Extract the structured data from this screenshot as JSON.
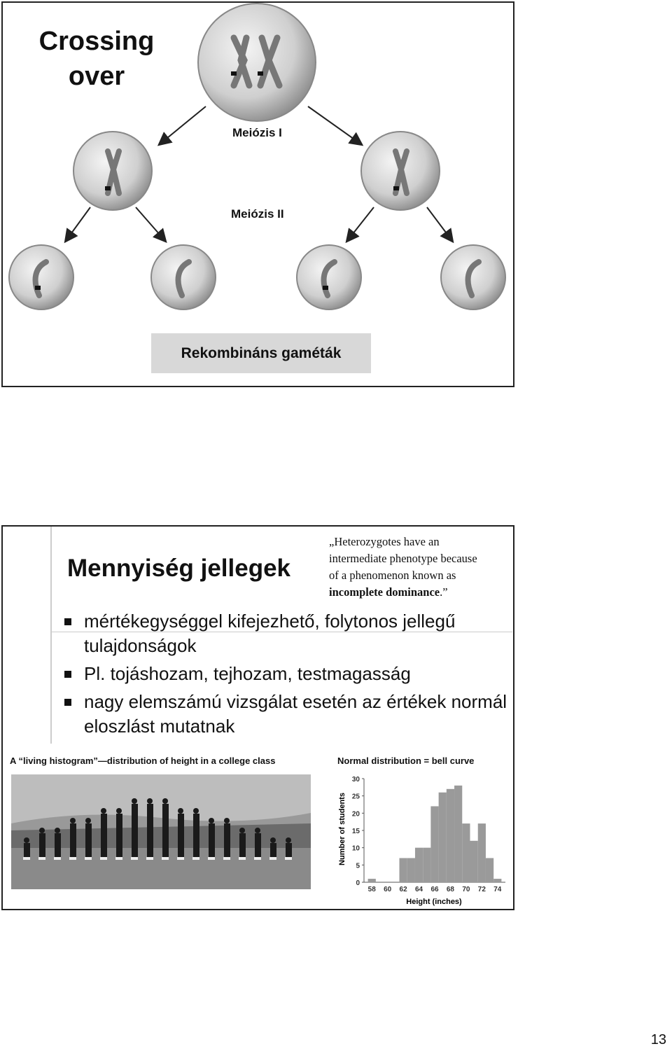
{
  "slide1": {
    "title_line1": "Crossing",
    "title_line2": "over",
    "label_meiosis1": "Meiózis I",
    "label_meiosis2": "Meiózis II",
    "label_gametes": "Rekombináns gaméták"
  },
  "slide2": {
    "title": "Mennyiség jellegek",
    "quote_open": "„",
    "quote_line1": "Heterozygotes have an",
    "quote_line2": "intermediate phenotype because",
    "quote_line3": "of a phenomenon known as",
    "quote_bold": "incomplete dominance",
    "quote_end": ".”",
    "bullets": [
      "mértékegységgel kifejezhető, folytonos jellegű tulajdonságok",
      "Pl. tojáshozam, tejhozam, testmagasság",
      "nagy elemszámú vizsgálat esetén az értékek normál eloszlást mutatnak"
    ],
    "photo_caption": "A “living histogram”—distribution of height in a college class",
    "chart_caption": "Normal distribution = bell curve"
  },
  "chart_data": {
    "type": "bar",
    "title": "Normal distribution = bell curve",
    "xlabel": "Height (inches)",
    "ylabel": "Number of students",
    "x_ticks": [
      "58",
      "60",
      "62",
      "64",
      "66",
      "68",
      "70",
      "72",
      "74"
    ],
    "y_ticks": [
      "0",
      "5",
      "10",
      "15",
      "20",
      "25",
      "30"
    ],
    "ylim": [
      0,
      30
    ],
    "xlim": [
      57,
      75
    ],
    "categories": [
      58,
      59,
      60,
      61,
      62,
      63,
      64,
      65,
      66,
      67,
      68,
      69,
      70,
      71,
      72,
      73
    ],
    "values": [
      1,
      0,
      0,
      0,
      7,
      7,
      10,
      10,
      22,
      26,
      27,
      28,
      17,
      12,
      17,
      7,
      1
    ]
  },
  "page_number": "13"
}
